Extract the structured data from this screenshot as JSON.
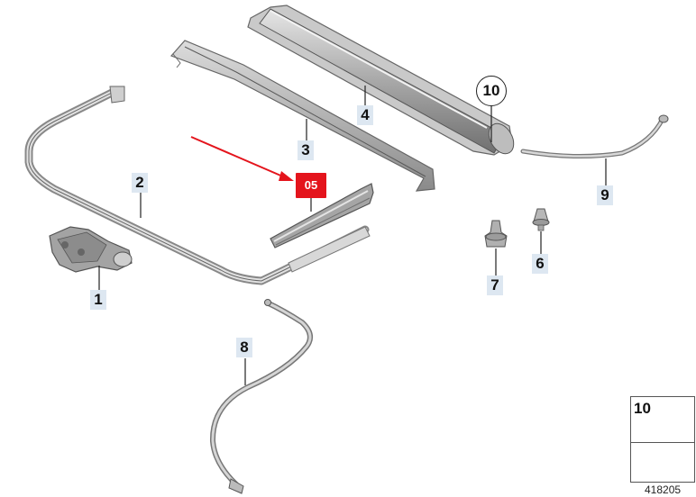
{
  "callouts": {
    "c1": "1",
    "c2": "2",
    "c3": "3",
    "c4": "4",
    "c05": "05",
    "c6": "6",
    "c7": "7",
    "c8": "8",
    "c9": "9",
    "c10": "10"
  },
  "legend": {
    "number": "10"
  },
  "doc_id": "418205",
  "colors": {
    "highlight": "#e4141c",
    "label_bg": "#dde7f1",
    "part_gray": "#9a9a9a"
  }
}
